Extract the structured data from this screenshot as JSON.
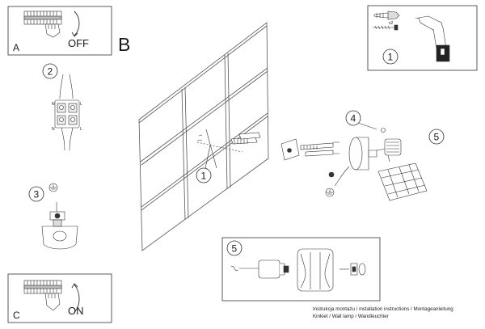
{
  "panel_a": {
    "letter": "A",
    "state": "OFF"
  },
  "panel_b": {
    "letter": "B"
  },
  "panel_c": {
    "letter": "C",
    "state": "ON"
  },
  "steps": {
    "step1_tools": "1",
    "step2_wiring": "2",
    "step3_ground": "3",
    "step1_wall": "1",
    "step4": "4",
    "step5": "5",
    "step5_detail": "5"
  },
  "wire_labels": {
    "n_top": "N",
    "l_top": "L",
    "n_bottom": "N",
    "l_bottom": "L"
  },
  "tools_quantity": "x2",
  "caption": {
    "line1": "Instrukcja montażu / installation instructions / Montageanleitung",
    "line2": "Kinkiet / Wall lamp / Wandleuchter"
  }
}
